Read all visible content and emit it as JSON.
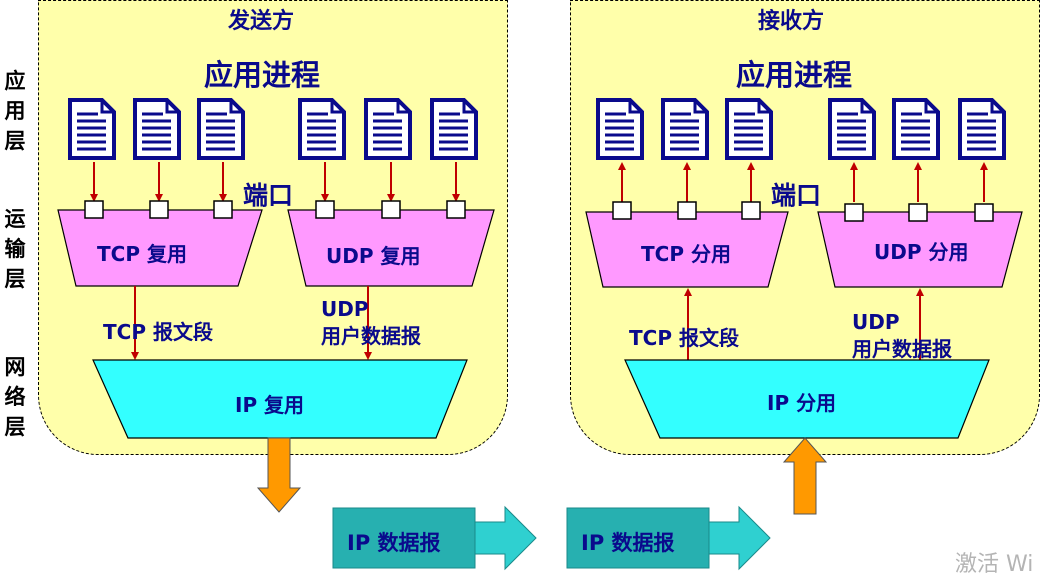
{
  "layers": {
    "application": [
      "应",
      "用",
      "层"
    ],
    "transport": [
      "运",
      "输",
      "层"
    ],
    "network": [
      "网",
      "络",
      "层"
    ]
  },
  "sender": {
    "title": "发送方",
    "process": "应用进程",
    "port": "端口",
    "tcp": "TCP 复用",
    "udp": "UDP 复用",
    "tcp_segment": "TCP 报文段",
    "udp_datagram_line1": "UDP",
    "udp_datagram_line2": "用户数据报",
    "ip": "IP 复用"
  },
  "receiver": {
    "title": "接收方",
    "process": "应用进程",
    "port": "端口",
    "tcp": "TCP 分用",
    "udp": "UDP 分用",
    "tcp_segment": "TCP 报文段",
    "udp_datagram_line1": "UDP",
    "udp_datagram_line2": "用户数据报",
    "ip": "IP 分用"
  },
  "datagrams": [
    "IP 数据报",
    "IP 数据报"
  ],
  "watermark": "激活 Wi",
  "colors": {
    "panel": "#ffffaa",
    "mux": "#ff99ff",
    "ip": "#33ffff",
    "arrow_red": "#c00000",
    "arrow_orange": "#ff9900",
    "datagram": "#27b0b0",
    "text": "#0a0a8c"
  },
  "icons": {
    "document": "document-icon",
    "port": "port-box"
  }
}
